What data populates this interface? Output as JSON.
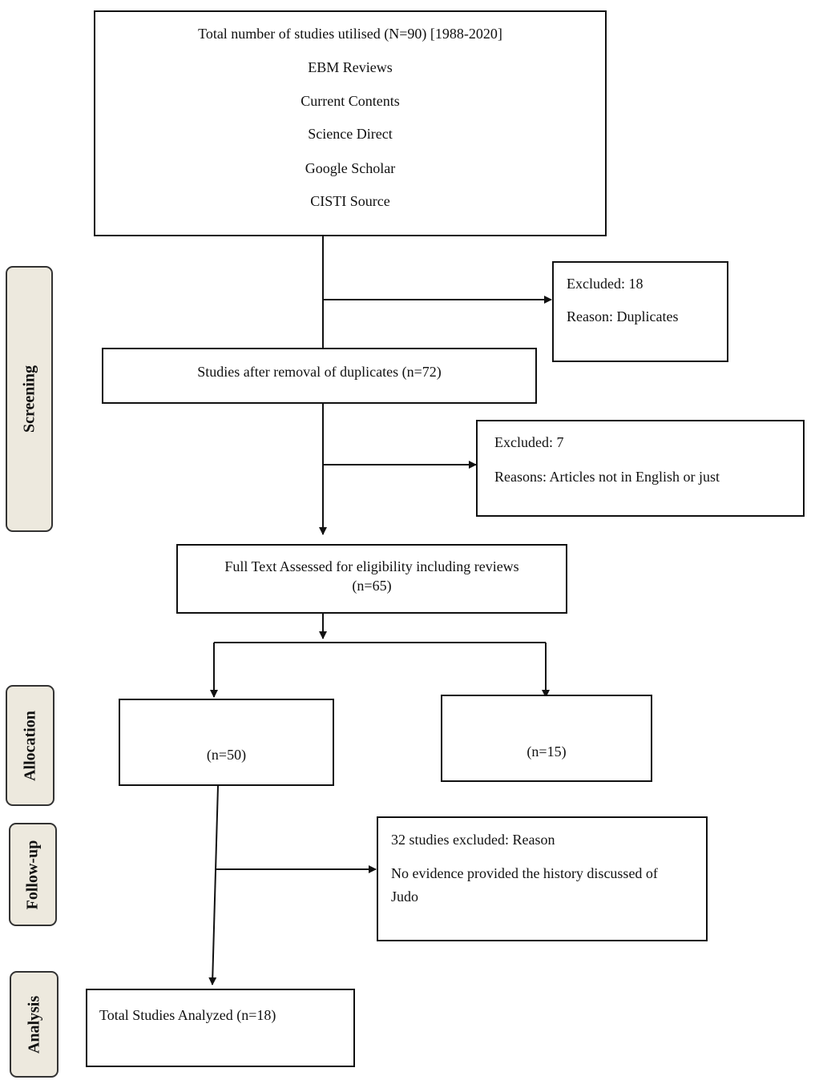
{
  "stages": {
    "screening": "Screening",
    "allocation": "Allocation",
    "follow_up": "Follow-up",
    "analysis": "Analysis"
  },
  "identification": {
    "title": "Total number of studies utilised (N=90) [1988-2020]",
    "sources": [
      "EBM Reviews",
      "Current Contents",
      "Science Direct",
      "Google Scholar",
      "CISTI Source"
    ]
  },
  "excluded_duplicates": {
    "count": "Excluded:  18",
    "reason": "Reason: Duplicates"
  },
  "after_duplicates": "Studies after removal of duplicates (n=72)",
  "excluded_language": {
    "count": "Excluded:  7",
    "reason": "Reasons: Articles not in English  or just"
  },
  "full_text": {
    "line1": "Full Text Assessed for eligibility  including reviews",
    "line2": "(n=65)"
  },
  "allocation_left": "(n=50)",
  "allocation_right": "(n=15)",
  "excluded_history": {
    "line1": "32 studies excluded:  Reason",
    "line2": "No evidence provided the history discussed of",
    "line3": "Judo"
  },
  "analysis": "Total Studies  Analyzed (n=18)",
  "colors": {
    "stage_fill": "#ede9de",
    "line": "#111111"
  }
}
